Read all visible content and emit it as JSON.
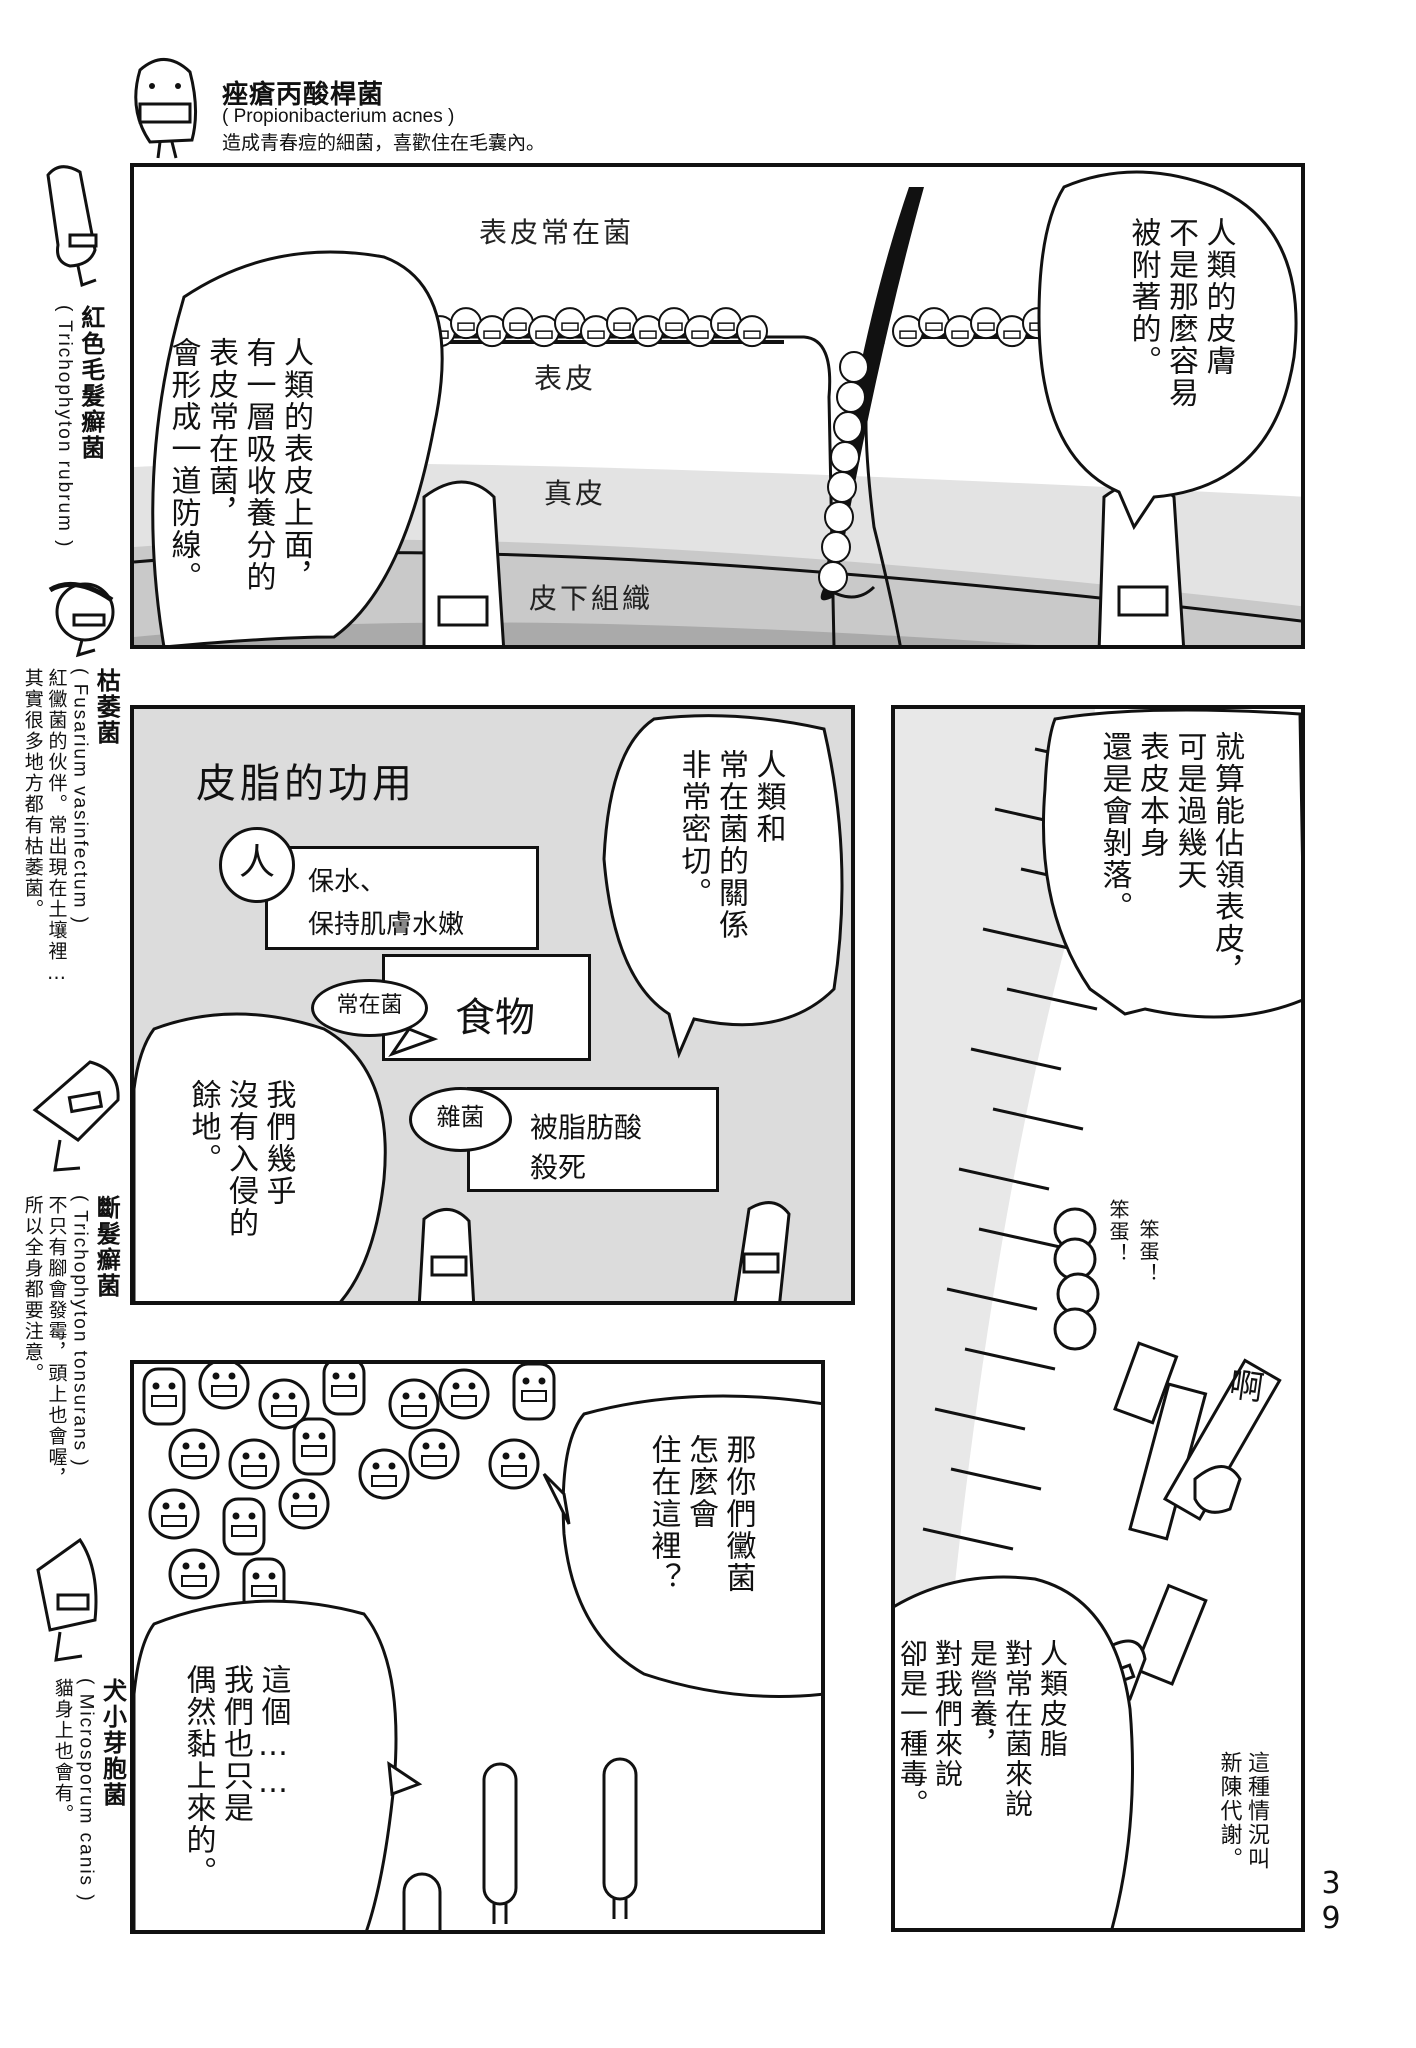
{
  "header": {
    "name": "痤瘡丙酸桿菌",
    "scientific": "( Propionibacterium acnes )",
    "note": "造成青春痘的細菌，喜歡住在毛囊內。"
  },
  "sidebar": [
    {
      "name": "紅色毛髮癬菌",
      "scientific": "( Trichophyton rubrum )",
      "notes": []
    },
    {
      "name": "枯萎菌",
      "scientific": "( Fusarium vasinfectum )",
      "notes": [
        "紅黴菌的伙伴。常出現在土壤裡…",
        "其實很多地方都有枯萎菌。"
      ]
    },
    {
      "name": "斷髮癬菌",
      "scientific": "( Trichophyton tonsurans )",
      "notes": [
        "不只有腳會發霉，頭上也會喔，",
        "所以全身都要注意。"
      ]
    },
    {
      "name": "犬小芽胞菌",
      "scientific": "( Microsporum canis )",
      "notes": [
        "貓身上也會有。"
      ]
    }
  ],
  "panel1": {
    "labels": {
      "resident": "表皮常在菌",
      "epidermis": "表皮",
      "dermis": "真皮",
      "subcutis": "皮下組織"
    },
    "bubble_right": [
      "人類的皮膚",
      "不是那麼容易",
      "被附著的。"
    ],
    "bubble_left": [
      "人類的表皮上面，",
      "有一層吸收養分的",
      "表皮常在菌，",
      "會形成一道防線。"
    ]
  },
  "panel2": {
    "title": "皮脂的功用",
    "rows": [
      {
        "tag": "人",
        "text": [
          "保水、",
          "保持肌膚水嫩"
        ]
      },
      {
        "tag": "常在菌",
        "text": [
          "食物"
        ]
      },
      {
        "tag": "雜菌",
        "text": [
          "被脂肪酸",
          "殺死"
        ]
      }
    ],
    "bubble_right": [
      "人類和",
      "常在菌的關係",
      "非常密切。"
    ],
    "bubble_left": [
      "我們幾乎",
      "沒有入侵的",
      "餘地。"
    ]
  },
  "panel3": {
    "bubble_top": [
      "就算能佔領表皮，",
      "可是過幾天",
      "表皮本身",
      "還是會剝落。"
    ],
    "shout1": "笨蛋！",
    "shout2": "笨蛋！",
    "sfx": "啊",
    "bubble_bottom": [
      "人類皮脂",
      "對常在菌來說",
      "是營養，",
      "對我們來說",
      "卻是一種毒。"
    ],
    "note": [
      "這種情況叫",
      "新陳代謝。"
    ]
  },
  "panel4": {
    "bubble_right": [
      "那你們黴菌",
      "怎麼會",
      "住在這裡？"
    ],
    "bubble_left": [
      "這個……",
      "我們也只是",
      "偶然黏上來的。"
    ]
  },
  "page_number": "39",
  "colors": {
    "ink": "#111111",
    "tone_light": "#e6e6e6",
    "tone_mid": "#c8c8c8",
    "tone_dark": "#a9a9a9"
  }
}
